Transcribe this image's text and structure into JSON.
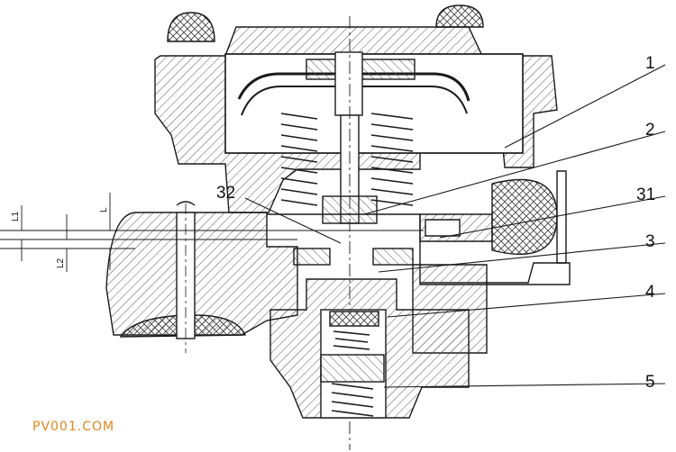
{
  "diagram": {
    "callouts": [
      "1",
      "2",
      "31",
      "32",
      "3",
      "4",
      "5"
    ],
    "dimension_labels": [
      "L1",
      "L",
      "L2"
    ]
  },
  "watermark": "PV001.COM",
  "colors": {
    "line": "#1a1a1a",
    "hatch": "#555555",
    "watermark": "#e0861c",
    "background": "#ffffff"
  }
}
